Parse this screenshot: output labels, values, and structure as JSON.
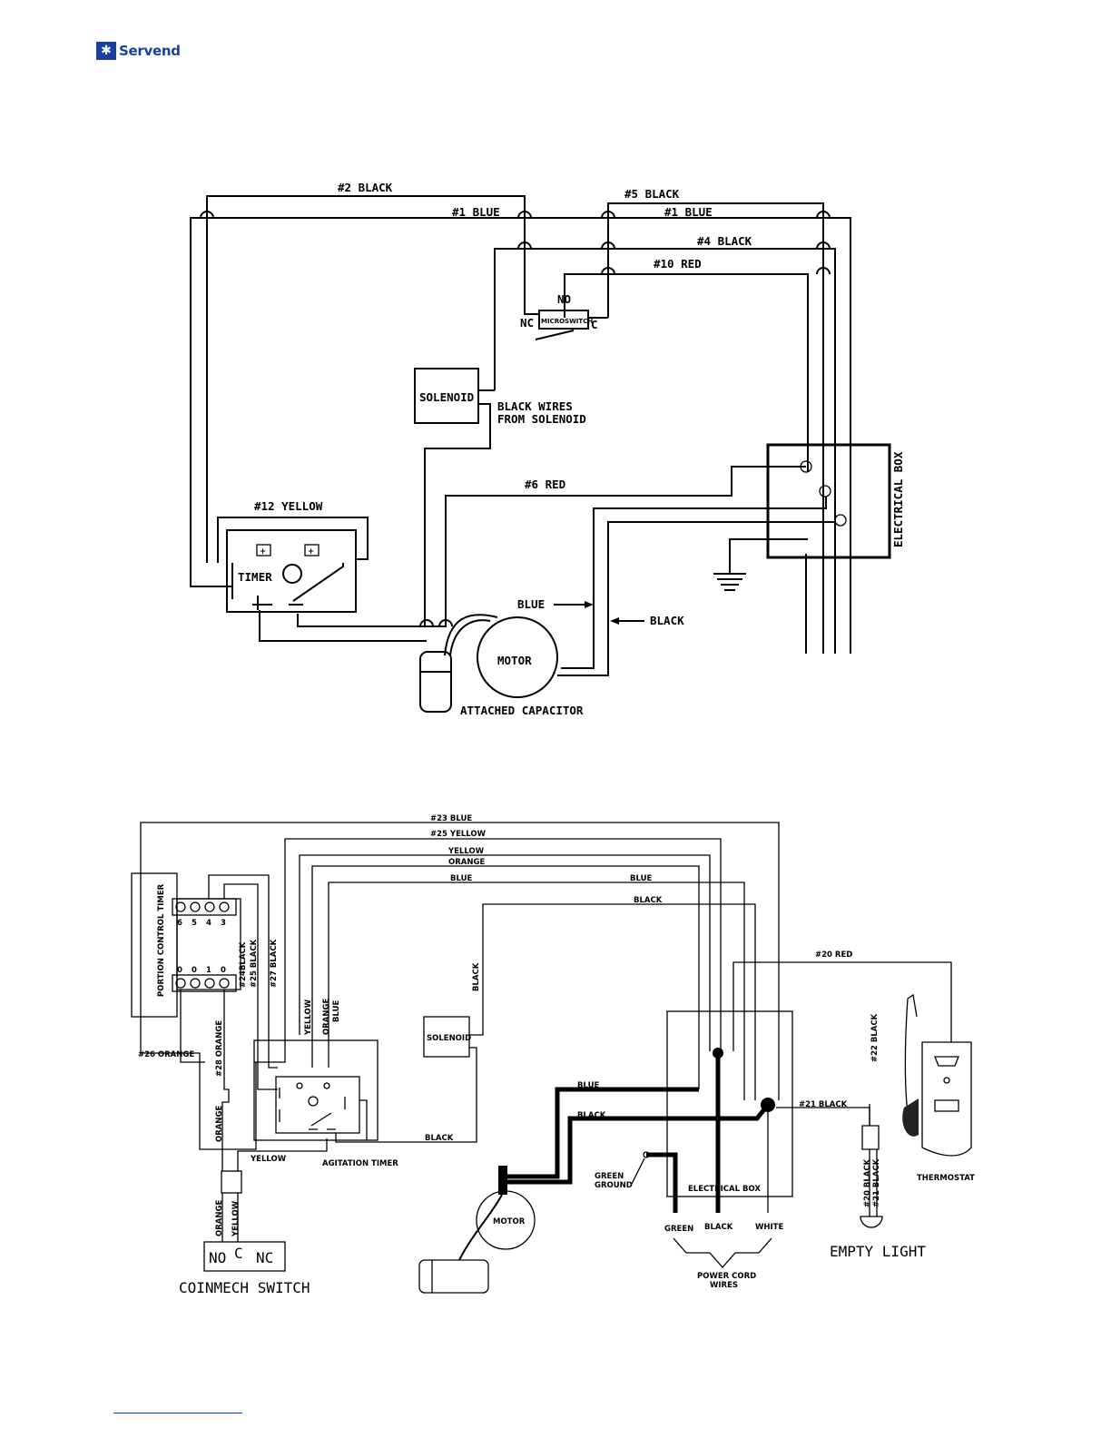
{
  "brand": {
    "name": "Servend",
    "icon": "snowflake-icon",
    "color": "#1a3f9c"
  },
  "diagram1": {
    "wires": {
      "w2": "#2 BLACK",
      "w1a": "#1 BLUE",
      "w5": "#5 BLACK",
      "w1b": "#1 BLUE",
      "w4": "#4 BLACK",
      "w10": "#10 RED",
      "w12": "#12 YELLOW",
      "w6": "#6 RED",
      "blue": "BLUE",
      "black": "BLACK"
    },
    "microswitch": {
      "label": "MICROSWITCH",
      "no": "NO",
      "nc": "NC",
      "c": "C"
    },
    "solenoid": "SOLENOID",
    "solenoid_note_1": "BLACK WIRES",
    "solenoid_note_2": "FROM SOLENOID",
    "timer": "TIMER",
    "motor": "MOTOR",
    "capacitor": "ATTACHED CAPACITOR",
    "electrical_box": "ELECTRICAL BOX"
  },
  "diagram2": {
    "wires": {
      "w23": "#23 BLUE",
      "w25": "#25 YELLOW",
      "yellow": "YELLOW",
      "orange": "ORANGE",
      "blue_a": "BLUE",
      "blue_b": "BLUE",
      "black_top": "BLACK",
      "w20": "#20 RED",
      "black_solenoid": "BLACK",
      "w26": "#26 ORANGE",
      "w28": "#28 ORANGE",
      "orange_low": "ORANGE",
      "yellow_low": "YELLOW",
      "w24": "#24BLACK",
      "w25b": "#25 BLACK",
      "w27": "#27 BLACK",
      "yellow_v": "YELLOW",
      "orange_v": "ORANGE",
      "blue_v": "BLUE",
      "black_timer": "BLACK",
      "blue_motor": "BLUE",
      "black_motor": "BLACK",
      "w21": "#21 BLACK",
      "w22": "#22 BLACK",
      "w20b": "#20 BLACK",
      "w21b": "#21 BLACK",
      "orange_sw": "ORANGE",
      "yellow_sw": "YELLOW"
    },
    "portion_timer": "PORTION CONTROL TIMER",
    "terminals_top": [
      "6",
      "5",
      "4",
      "3"
    ],
    "terminals_bottom": [
      "0",
      "0",
      "1",
      "0"
    ],
    "solenoid": "SOLENOID",
    "agitation_timer": "AGITATION TIMER",
    "motor": "MOTOR",
    "green_ground_1": "GREEN",
    "green_ground_2": "GROUND",
    "electrical_box": "ELECTRICAL BOX",
    "power_wires": [
      "GREEN",
      "BLACK",
      "WHITE"
    ],
    "power_cord_1": "POWER CORD",
    "power_cord_2": "WIRES",
    "thermostat": "THERMOSTAT",
    "empty_light": "EMPTY LIGHT",
    "coinmech_no": "NO",
    "coinmech_c": "C",
    "coinmech_nc": "NC",
    "coinmech_switch": "COINMECH SWITCH"
  }
}
